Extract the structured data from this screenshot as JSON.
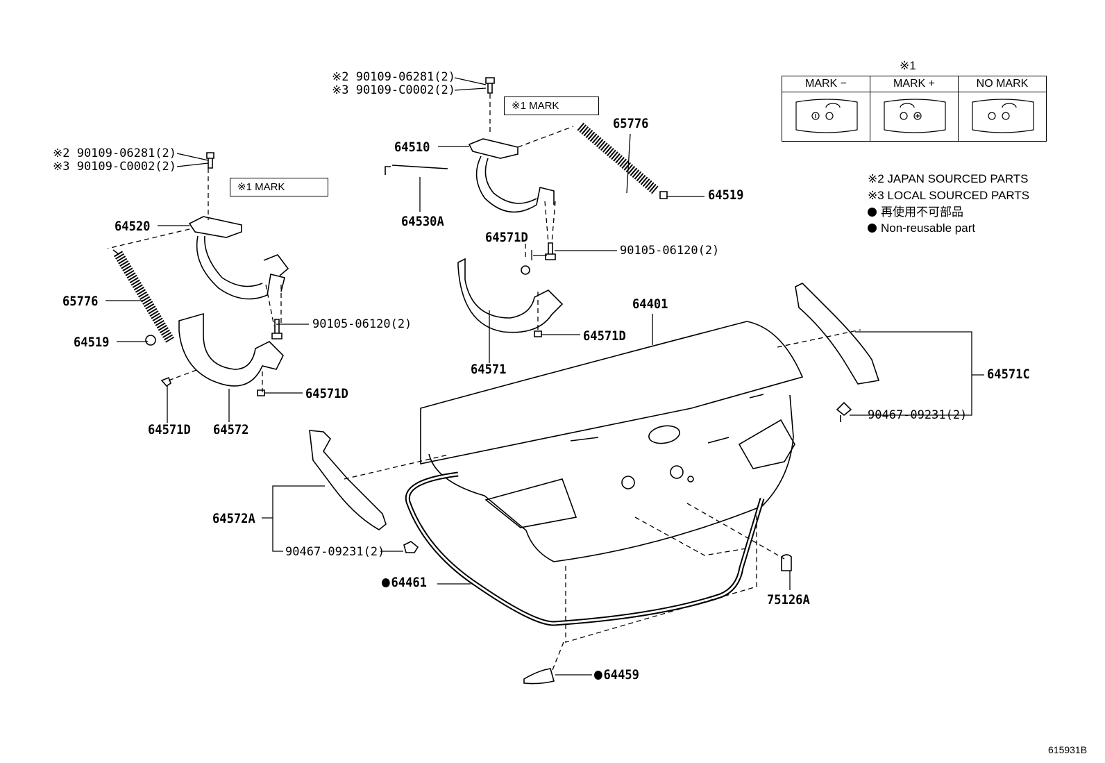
{
  "legend": {
    "title": "※1",
    "headers": [
      "MARK −",
      "MARK +",
      "NO MARK"
    ],
    "notes": [
      "※2 JAPAN SOURCED PARTS",
      "※3 LOCAL SOURCED PARTS",
      "再使用不可部品",
      "Non-reusable part"
    ]
  },
  "mark_boxes": {
    "left": "※1  MARK",
    "right": "※1  MARK"
  },
  "parts": {
    "p_left_2": "※2 90109-06281(2)",
    "p_left_3": "※3 90109-C0002(2)",
    "p_top_2": "※2 90109-06281(2)",
    "p_top_3": "※3 90109-C0002(2)",
    "p64520": "64520",
    "p65776_l": "65776",
    "p64519_l": "64519",
    "p90105_l": "90105-06120(2)",
    "p64571D_a": "64571D",
    "p64571D_b": "64571D",
    "p64572": "64572",
    "p64510": "64510",
    "p64530A": "64530A",
    "p64571D_c": "64571D",
    "p90105_r": "90105-06120(2)",
    "p64571D_d": "64571D",
    "p64571": "64571",
    "p65776_r": "65776",
    "p64519_r": "64519",
    "p64401": "64401",
    "p64571C": "64571C",
    "p90467_r": "90467-09231(2)",
    "p64572A": "64572A",
    "p90467_l": "90467-09231(2)",
    "p64461": "64461",
    "p75126A": "75126A",
    "p64459": "64459"
  },
  "diagram_code": "615931B"
}
